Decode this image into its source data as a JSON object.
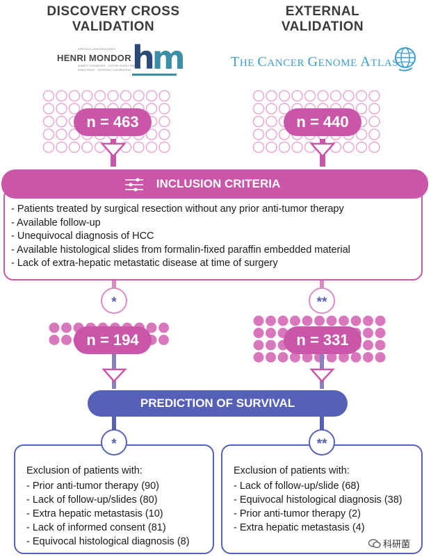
{
  "left_column": {
    "title_line1": "DISCOVERY CROSS",
    "title_line2": "VALIDATION",
    "logo": {
      "name": "HENRI MONDOR",
      "small_line1": "HÔPITAUX UNIVERSITAIRES",
      "small_line2": "ALBERT CHENEVIER · JOFFRE DUPUYTREN",
      "small_line3": "ÉMILE ROUX · GEORGES CLEMENCEAU",
      "mark_h": "h",
      "mark_m": "m"
    },
    "n_label": "n = 463",
    "n_after_label": "n = 194",
    "marker": "*"
  },
  "right_column": {
    "title_line1": "EXTERNAL",
    "title_line2": "VALIDATION",
    "logo": {
      "t1": "T",
      "t2": "HE ",
      "c1": "C",
      "c2": "ANCER ",
      "g1": "G",
      "g2": "ENOME ",
      "a1": "A",
      "a2": "TLAS"
    },
    "n_label": "n = 440",
    "n_after_label": "n = 331",
    "marker": "**"
  },
  "inclusion": {
    "title": "INCLUSION CRITERIA",
    "items": [
      "- Patients treated by surgical resection without any prior anti-tumor therapy",
      "- Available follow-up",
      "- Unequivocal diagnosis of HCC",
      "- Available histological slides from formalin-fixed paraffin embedded material",
      "- Lack of extra-hepatic metastatic disease at time of surgery"
    ]
  },
  "prediction": {
    "title": "PREDICTION OF SURVIVAL"
  },
  "exclusion_left": {
    "heading": "Exclusion of patients with:",
    "items": [
      "- Prior anti-tumor therapy (90)",
      "- Lack of follow-up/slides (80)",
      "- Extra hepatic metastasis (10)",
      "- Lack of informed consent (81)",
      "- Equivocal histological diagnosis (8)"
    ]
  },
  "exclusion_right": {
    "heading": "Exclusion of patients with:",
    "items": [
      "- Lack of follow-up/slide (68)",
      "- Equivocal histological diagnosis (38)",
      "- Prior anti-tumor therapy (2)",
      "- Extra hepatic metastasis (4)"
    ]
  },
  "watermark": "科研菌",
  "colors": {
    "magenta": "#c956a8",
    "magenta_light": "#e7a9d3",
    "magenta_dot": "#d977bd",
    "indigo": "#5560b6",
    "hm_blue": "#2c4a77",
    "hm_teal": "#3a8ea6",
    "tcga_blue": "#3b9ed1"
  },
  "icons": [
    "sliders-icon",
    "funnel-icon",
    "wechat-icon",
    "globe-icon"
  ]
}
